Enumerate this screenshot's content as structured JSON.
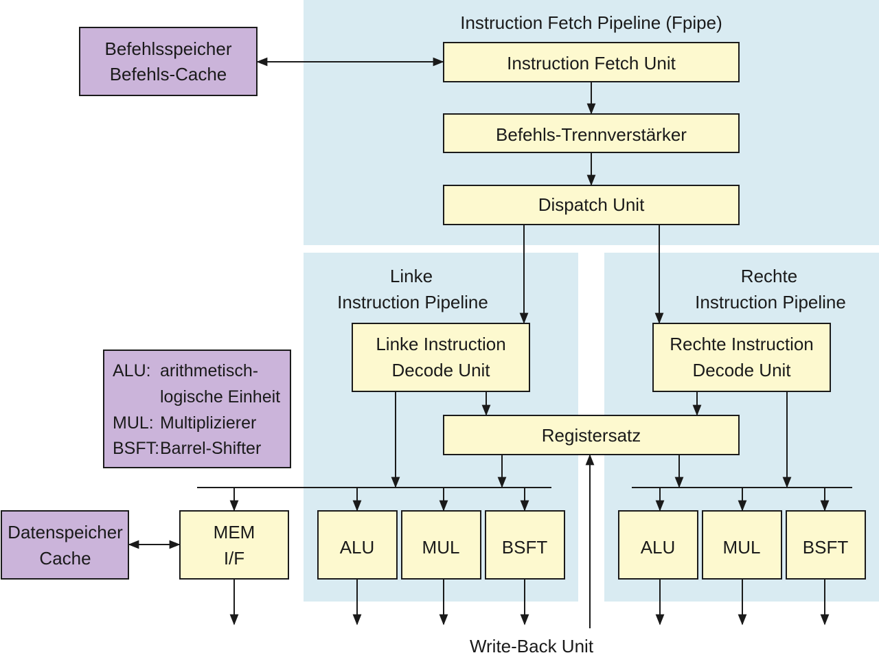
{
  "colors": {
    "background": "#ffffff",
    "pipeline_region": "#d9ebf2",
    "unit_box": "#fdf9cf",
    "memory_box": "#cbb4da",
    "line": "#1a1a1a"
  },
  "regions": {
    "fetch_title": "Instruction Fetch Pipeline (Fpipe)",
    "left_title_1": "Linke",
    "left_title_2": "Instruction Pipeline",
    "right_title_1": "Rechte",
    "right_title_2": "Instruction Pipeline"
  },
  "memory": {
    "instr_1": "Befehlsspeicher",
    "instr_2": "Befehls-Cache",
    "data_1": "Datenspeicher",
    "data_2": "Cache"
  },
  "fetch": {
    "fetch_unit": "Instruction Fetch Unit",
    "buffer": "Befehls-Trennverstärker",
    "dispatch": "Dispatch Unit"
  },
  "decode": {
    "left_1": "Linke Instruction",
    "left_2": "Decode Unit",
    "right_1": "Rechte Instruction",
    "right_2": "Decode Unit"
  },
  "registers": "Registersatz",
  "exec_units": {
    "mem_1": "MEM",
    "mem_2": "I/F",
    "left_alu": "ALU",
    "left_mul": "MUL",
    "left_bsft": "BSFT",
    "right_alu": "ALU",
    "right_mul": "MUL",
    "right_bsft": "BSFT"
  },
  "legend": {
    "alu_abbr": "ALU:",
    "alu_desc_1": "arithmetisch-",
    "alu_desc_2": "logische Einheit",
    "mul_abbr": "MUL:",
    "mul_desc": "Multiplizierer",
    "bsft_abbr": "BSFT:",
    "bsft_desc": "Barrel-Shifter"
  },
  "write_back": "Write-Back Unit"
}
